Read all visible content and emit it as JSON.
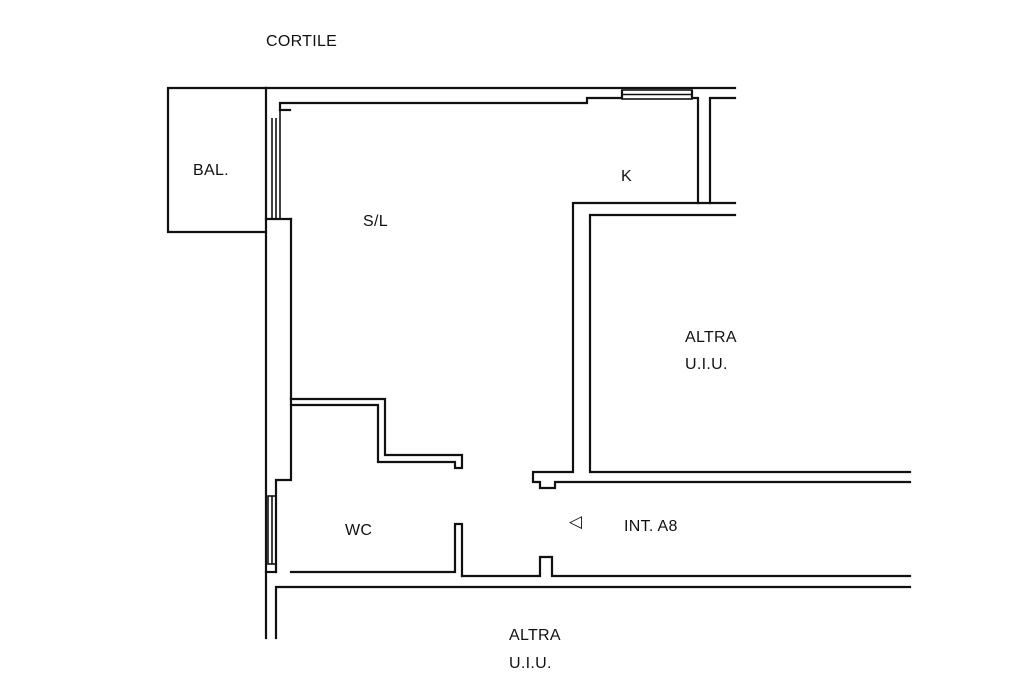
{
  "plan": {
    "courtyard_label": "CORTILE",
    "balcony_label": "BAL.",
    "living_label": "S/L",
    "kitchen_label": "K",
    "bathroom_label": "WC",
    "unit_label": "INT. A8",
    "other_unit_right": {
      "line1": "ALTRA",
      "line2": "U.I.U."
    },
    "other_unit_bottom": {
      "line1": "ALTRA",
      "line2": "U.I.U."
    },
    "entrance_marker": "◁"
  }
}
